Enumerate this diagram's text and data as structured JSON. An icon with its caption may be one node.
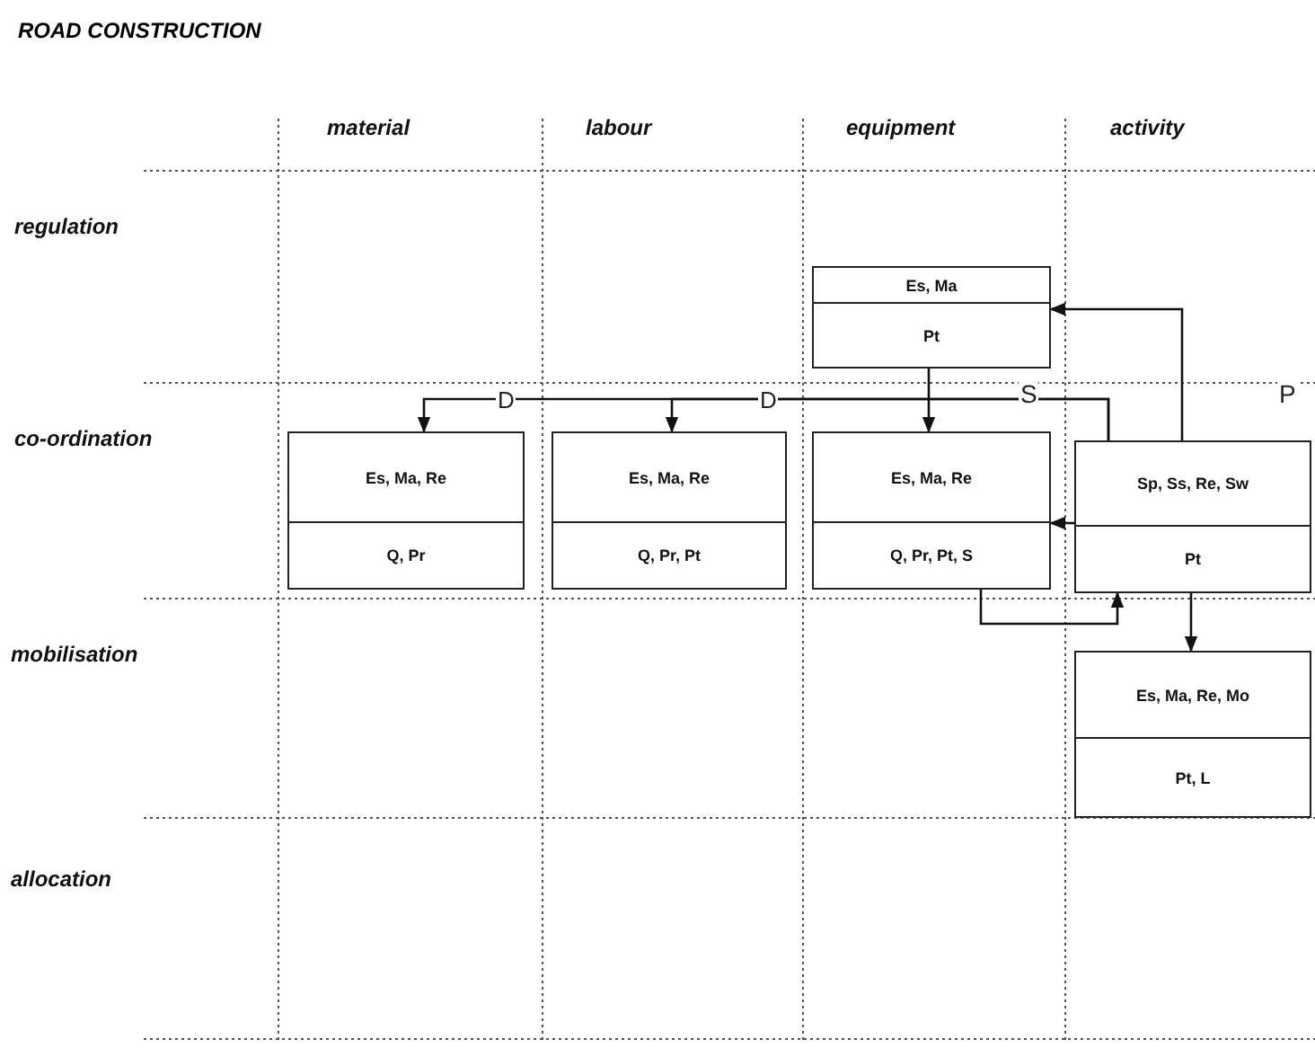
{
  "diagram": {
    "title": "ROAD CONSTRUCTION",
    "nodes": [
      {
        "text": [
          "Es, Ma",
          "Pt"
        ]
      },
      {
        "text": [
          "Es, Ma, Re",
          "Q, Pr"
        ]
      },
      {
        "text": [
          "Es, Ma, Re",
          "Q, Pr, Pt"
        ]
      },
      {
        "text": [
          "Es, Ma, Re",
          "Q, Pr, Pt, S"
        ]
      },
      {
        "text": [
          "Sp, Ss, Re, Sw",
          "Pt"
        ]
      },
      {
        "text": [
          "Es, Ma, Re, Mo",
          "Pt, L"
        ]
      }
    ],
    "edges": [
      {
        "from": 4,
        "to": 1,
        "arrow": "to",
        "label": "D"
      },
      {
        "from": 4,
        "to": 2,
        "arrow": "to",
        "label": "D"
      },
      {
        "from": 0,
        "to": 3,
        "arrow": "to"
      },
      {
        "from": 4,
        "to": 0,
        "arrow": "to"
      },
      {
        "from": 4,
        "to": 3,
        "arrow": "to"
      },
      {
        "from": 3,
        "to": 4,
        "arrow": "to"
      },
      {
        "from": 4,
        "to": 5,
        "arrow": "to"
      }
    ],
    "labels": [
      "material",
      "labour",
      "equipment",
      "activity",
      "regulation",
      "co-ordination",
      "mobilisation",
      "allocation",
      "S",
      "P"
    ]
  }
}
